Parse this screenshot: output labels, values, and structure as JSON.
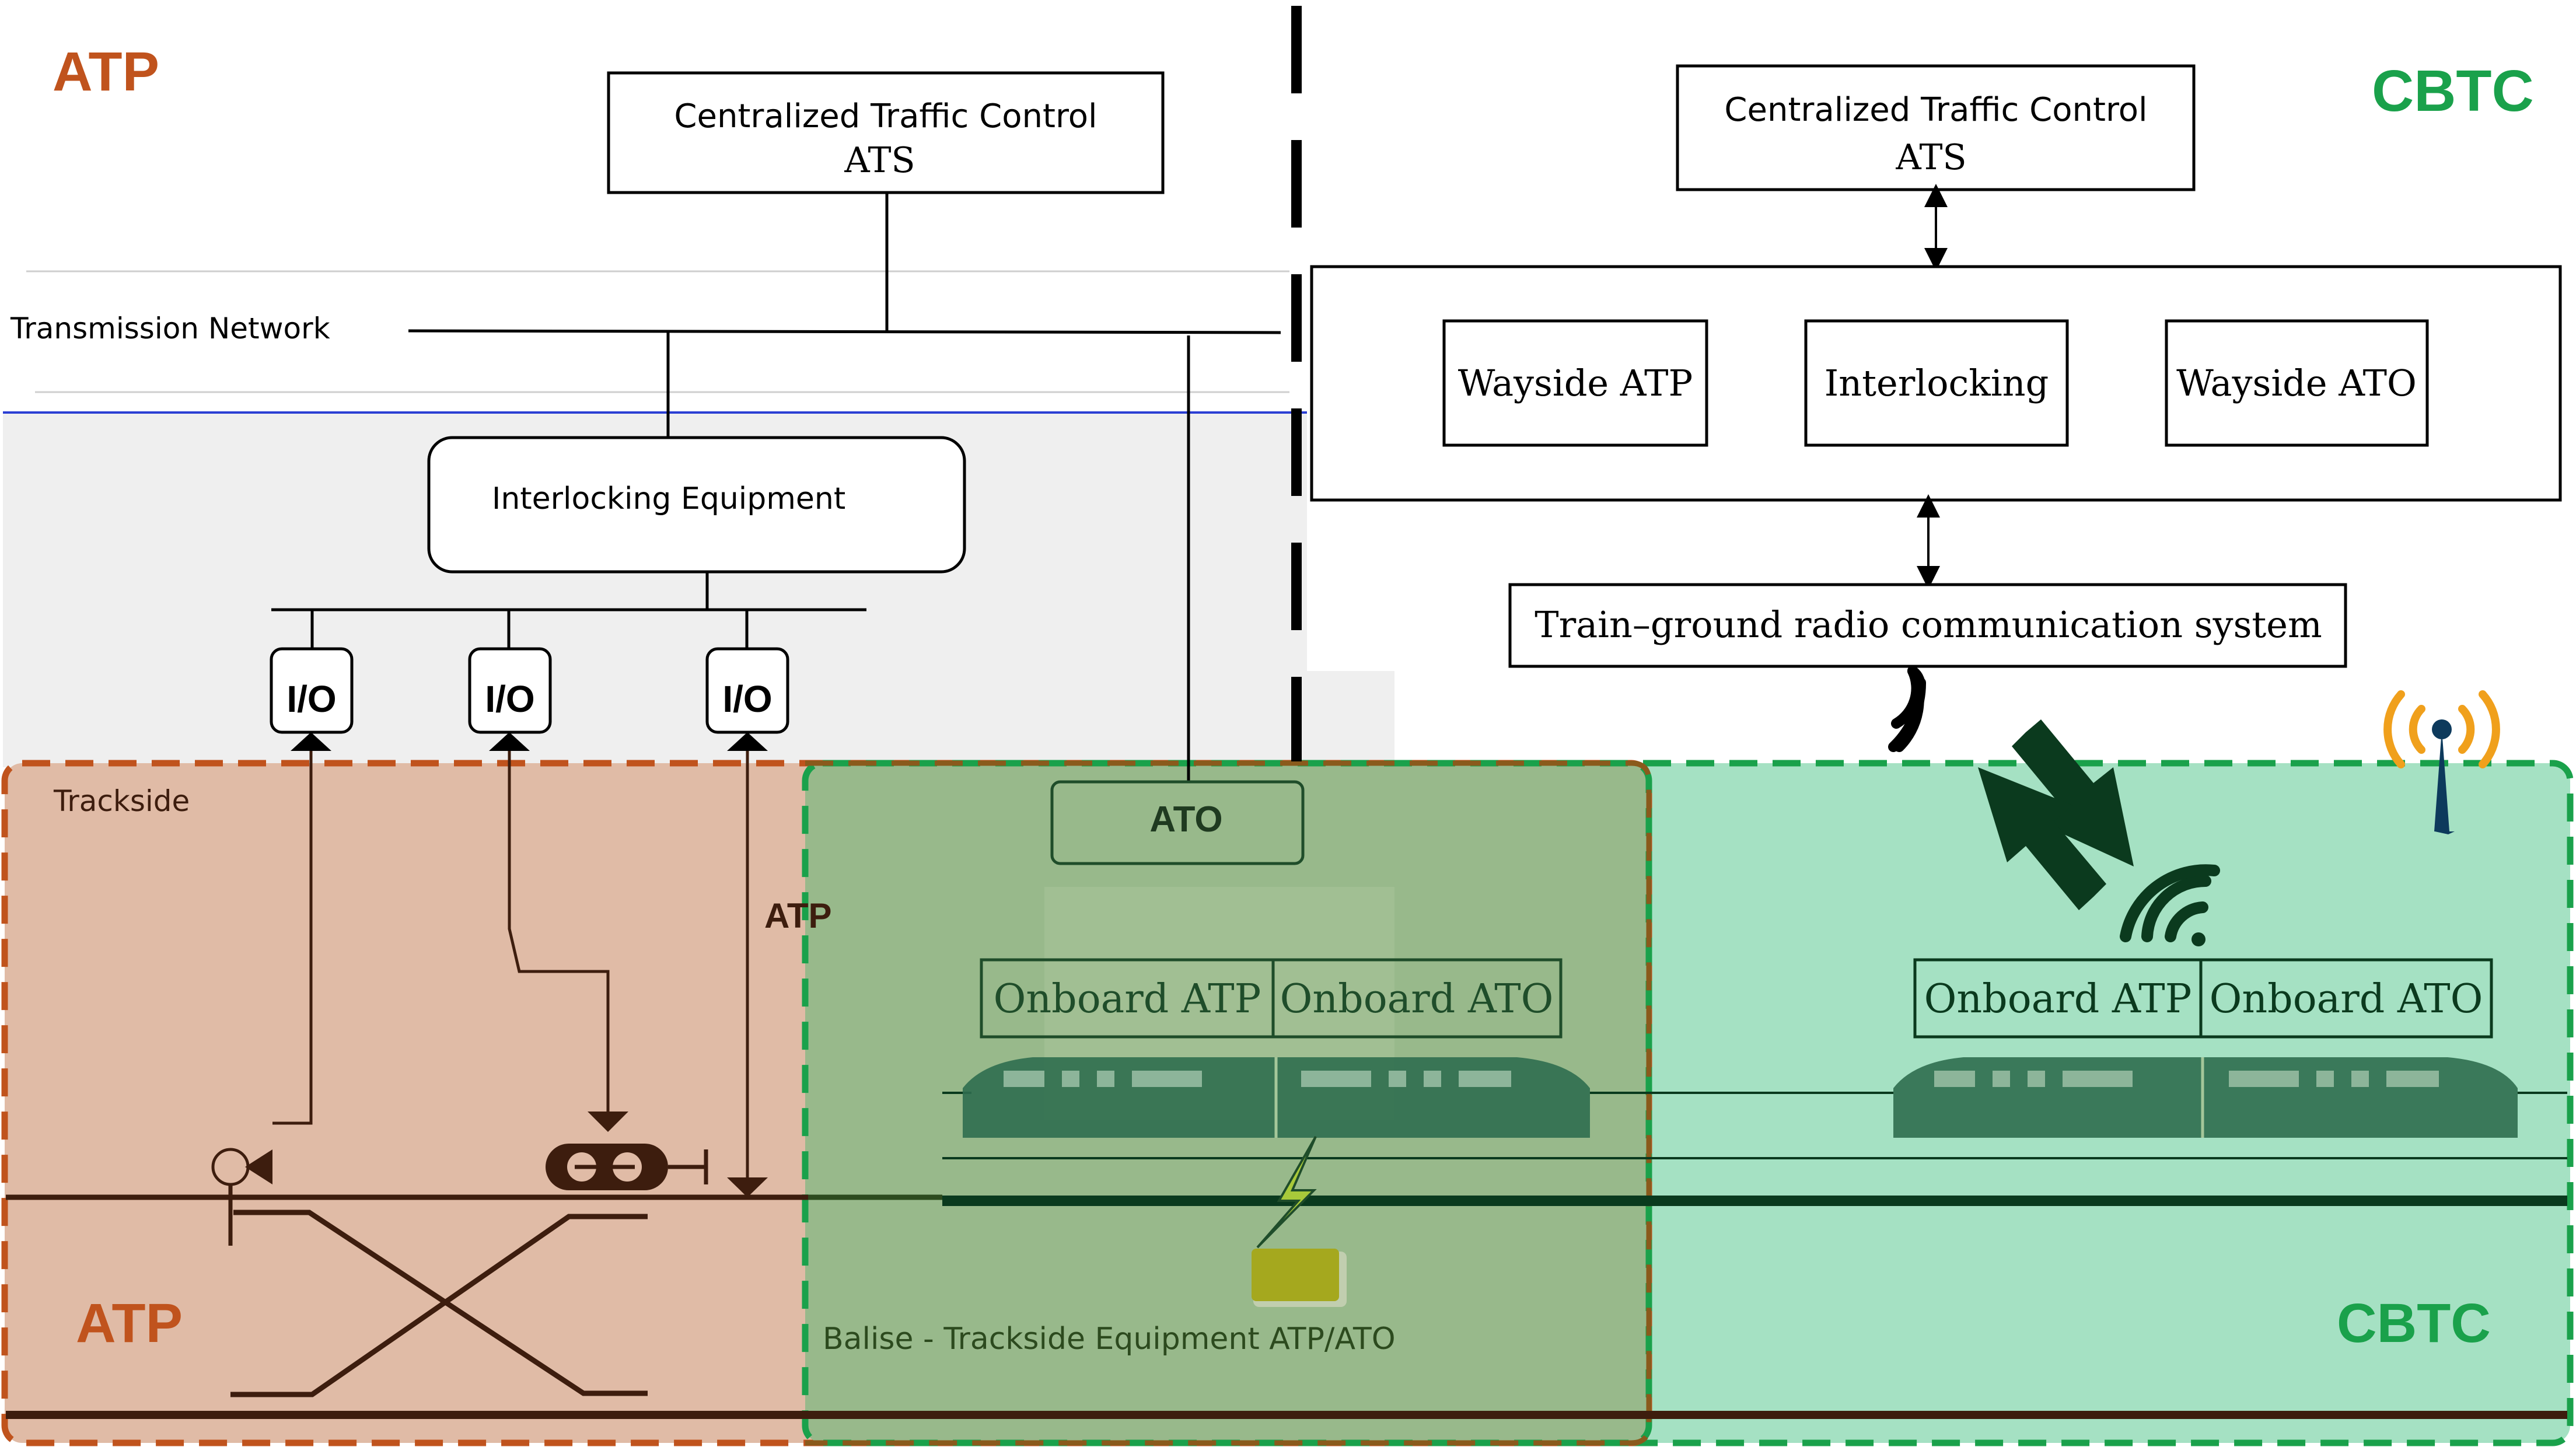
{
  "atp_side": {
    "title": "ATP",
    "bottom_title": "ATP",
    "ats_box": {
      "line1": "Centralized Traffic Control",
      "line2": "ATS"
    },
    "transmission_network": "Transmission Network",
    "interlocking_equipment": "Interlocking Equipment",
    "io_labels": [
      "I/O",
      "I/O",
      "I/O"
    ],
    "trackside": "Trackside",
    "atp_label": "ATP",
    "ato_box": "ATO",
    "balise_label": "Balise - Trackside Equipment ATP/ATO",
    "onboard_atp": "Onboard ATP",
    "onboard_ato": "Onboard ATO"
  },
  "cbtc_side": {
    "title": "CBTC",
    "bottom_title": "CBTC",
    "ats_box": {
      "line1": "Centralized Traffic Control",
      "line2": "ATS"
    },
    "wayside_atp": "Wayside ATP",
    "interlocking": "Interlocking",
    "wayside_ato": "Wayside ATO",
    "radio_system": "Train–ground radio communication system",
    "onboard_atp": "Onboard ATP",
    "onboard_ato": "Onboard ATO"
  },
  "colors": {
    "atp_accent": "#c0531d",
    "cbtc_accent": "#1aa14b",
    "atp_zone_fill": "#e0bba6",
    "cbtc_zone_fill": "#a5e1c3",
    "overlap_fill": "#98b98b",
    "track_dark": "#3d1d0e",
    "train_green": "#2f6e4f",
    "antenna_orange": "#f0a01c",
    "antenna_blue": "#0d3a5c"
  },
  "icons": [
    "signal-icon",
    "switch-motor-icon",
    "lightning-icon",
    "balise-icon",
    "wifi-icon",
    "antenna-icon",
    "train-icon"
  ]
}
